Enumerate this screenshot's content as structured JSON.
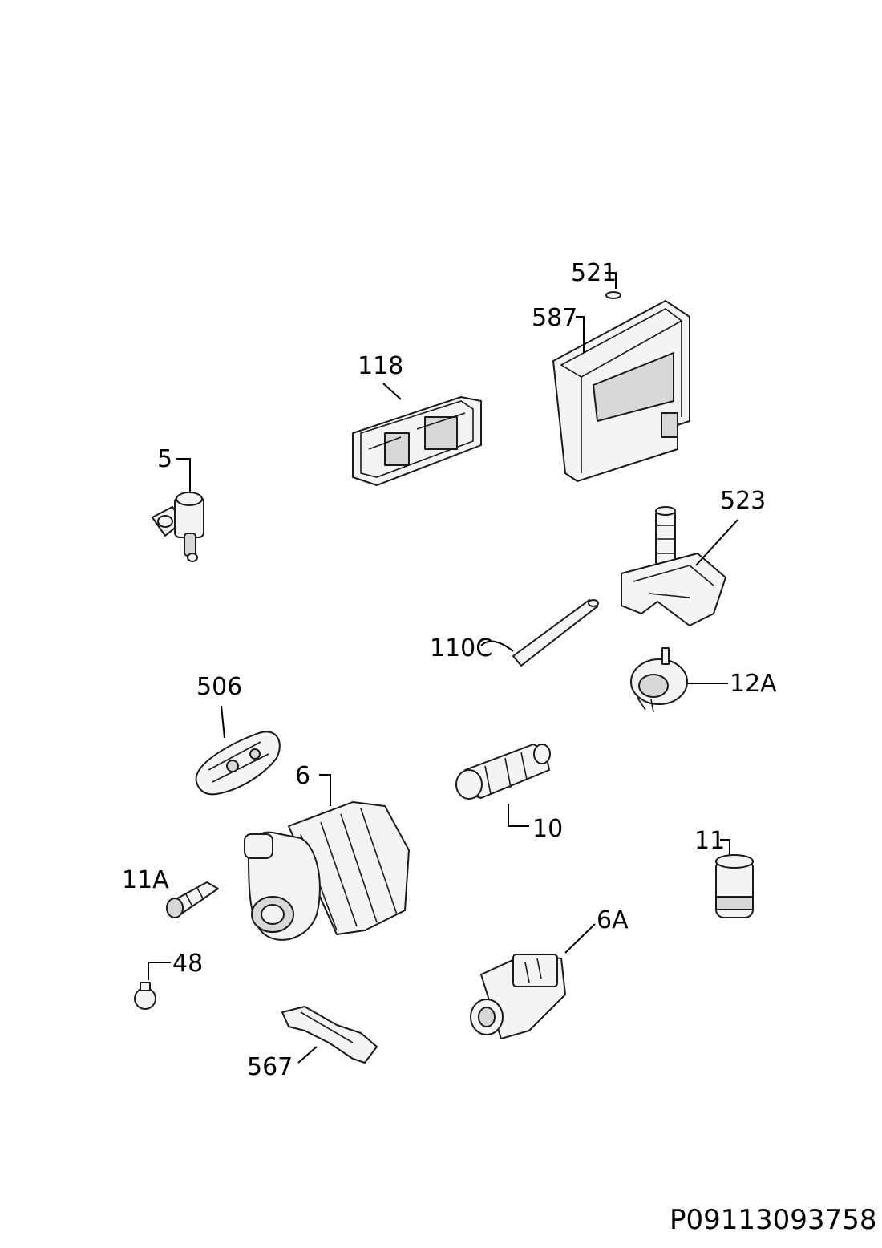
{
  "callouts": {
    "p5": "5",
    "p118": "118",
    "p521": "521",
    "p587": "587",
    "p523": "523",
    "p110c": "110C",
    "p12a": "12A",
    "p506": "506",
    "p6": "6",
    "p10": "10",
    "p11": "11",
    "p11a": "11A",
    "p48": "48",
    "p6a": "6A",
    "p567": "567"
  },
  "drawing_code": "P09113093758"
}
